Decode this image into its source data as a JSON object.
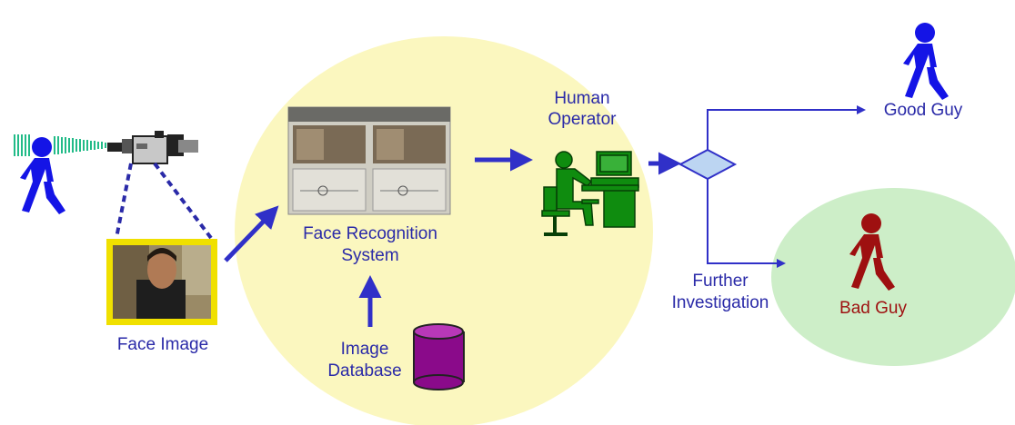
{
  "labels": {
    "face_image": "Face Image",
    "face_recognition_line1": "Face Recognition",
    "face_recognition_line2": "System",
    "image_database_line1": "Image",
    "image_database_line2": "Database",
    "human_operator_line1": "Human",
    "human_operator_line2": "Operator",
    "good_guy": "Good Guy",
    "further_investigation_line1": "Further",
    "further_investigation_line2": "Investigation",
    "bad_guy": "Bad Guy"
  },
  "colors": {
    "arrow": "#3030c8",
    "person_blue": "#1414e6",
    "person_red": "#9e1010",
    "operator_green": "#0f8c0f",
    "system_region": "#fbf7bf",
    "bad_region": "#cdeec8",
    "database": "#8a0a8a",
    "frame_yellow": "#f0e000"
  },
  "icons": [
    "walking-person-icon",
    "video-camera-icon",
    "database-cylinder-icon",
    "operator-at-computer-icon",
    "decision-diamond-icon"
  ]
}
